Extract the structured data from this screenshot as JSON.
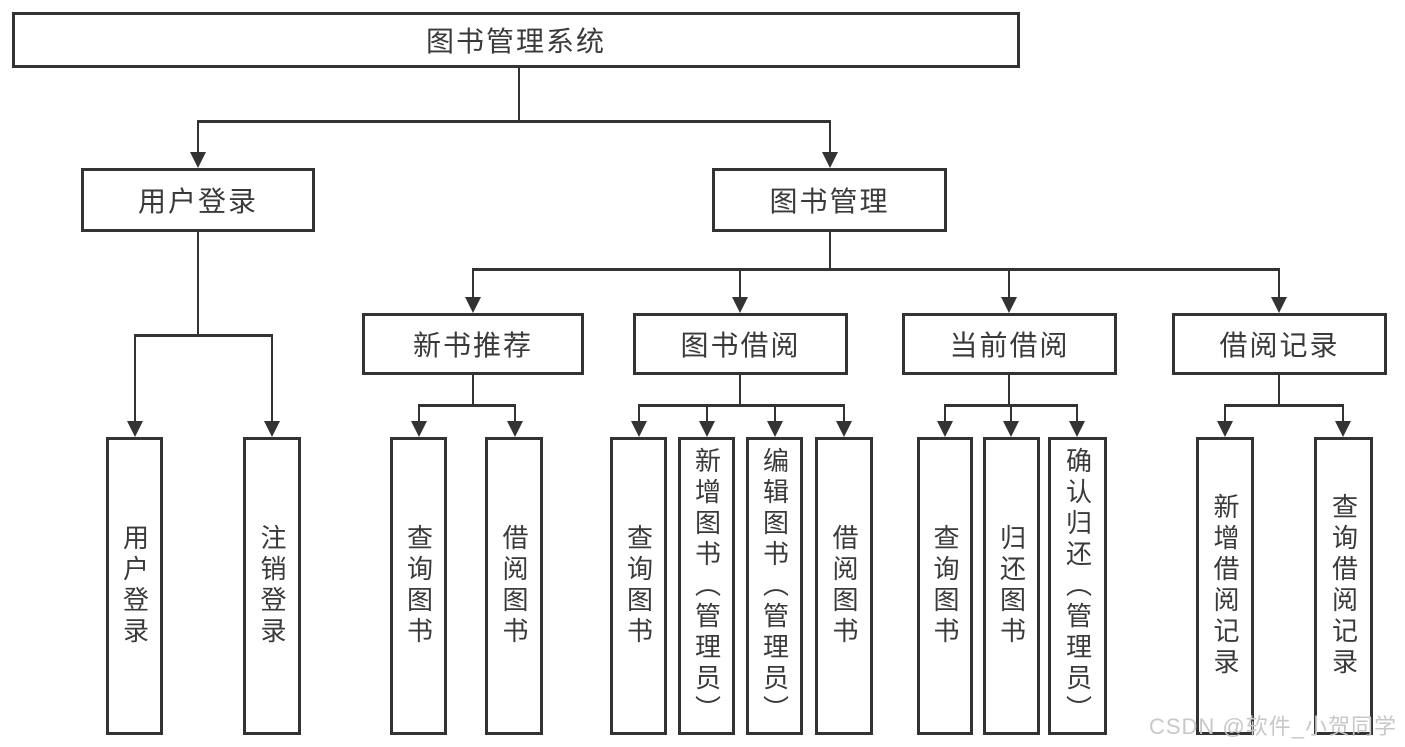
{
  "root": {
    "label": "图书管理系统"
  },
  "level2": [
    {
      "label": "用户登录"
    },
    {
      "label": "图书管理"
    }
  ],
  "level3": [
    {
      "label": "新书推荐"
    },
    {
      "label": "图书借阅"
    },
    {
      "label": "当前借阅"
    },
    {
      "label": "借阅记录"
    }
  ],
  "leaves": {
    "user_login": [
      "用户登录",
      "注销登录"
    ],
    "new_book": [
      "查询图书",
      "借阅图书"
    ],
    "book_borrow": [
      "查询图书",
      "新增图书（管理员）",
      "编辑图书（管理员）",
      "借阅图书"
    ],
    "current_borrow": [
      "查询图书",
      "归还图书",
      "确认归还（管理员）"
    ],
    "borrow_record": [
      "新增借阅记录",
      "查询借阅记录"
    ]
  },
  "watermark": "CSDN @软件_小贺同学",
  "colors": {
    "line": "#333333",
    "text": "#3a3a3a",
    "watermark": "#c8c8c8",
    "background": "#ffffff"
  }
}
